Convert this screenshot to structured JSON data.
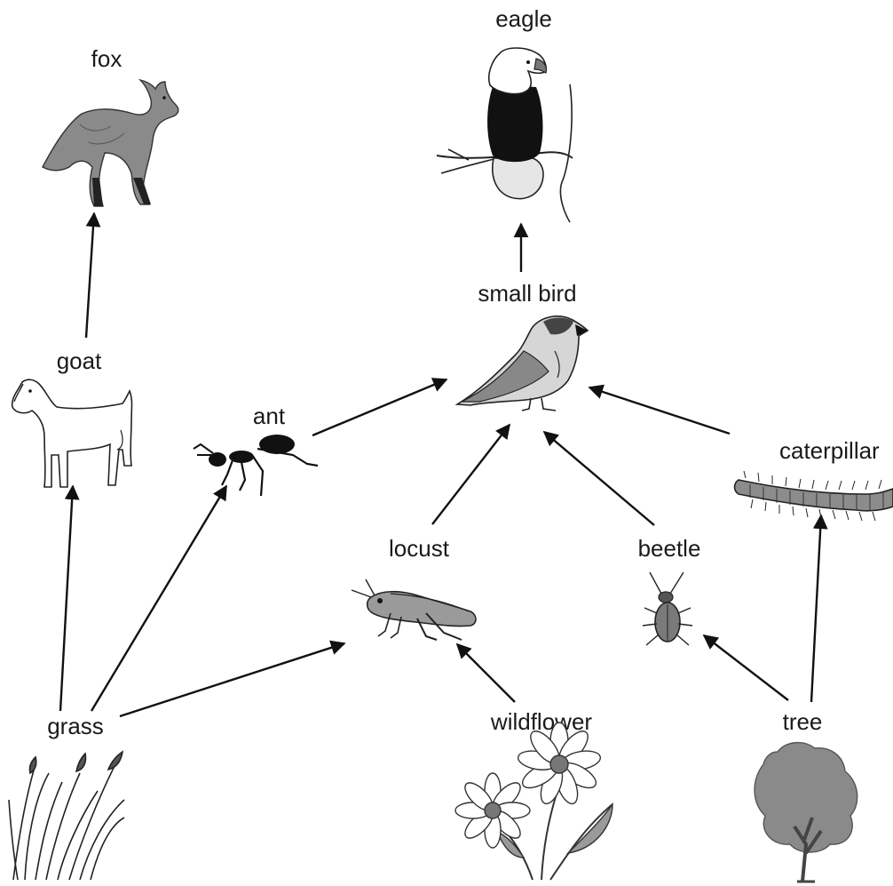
{
  "organisms": {
    "eagle": "eagle",
    "fox": "fox",
    "small_bird": "small bird",
    "goat": "goat",
    "ant": "ant",
    "caterpillar": "caterpillar",
    "locust": "locust",
    "beetle": "beetle",
    "grass": "grass",
    "wildflower": "wildflower",
    "tree": "tree"
  },
  "feeding_links": [
    {
      "from": "grass",
      "to": "goat"
    },
    {
      "from": "grass",
      "to": "ant"
    },
    {
      "from": "grass",
      "to": "locust"
    },
    {
      "from": "goat",
      "to": "fox"
    },
    {
      "from": "ant",
      "to": "small bird"
    },
    {
      "from": "locust",
      "to": "small bird"
    },
    {
      "from": "beetle",
      "to": "small bird"
    },
    {
      "from": "caterpillar",
      "to": "small bird"
    },
    {
      "from": "small bird",
      "to": "eagle"
    },
    {
      "from": "wildflower",
      "to": "locust"
    },
    {
      "from": "tree",
      "to": "beetle"
    },
    {
      "from": "tree",
      "to": "caterpillar"
    }
  ]
}
